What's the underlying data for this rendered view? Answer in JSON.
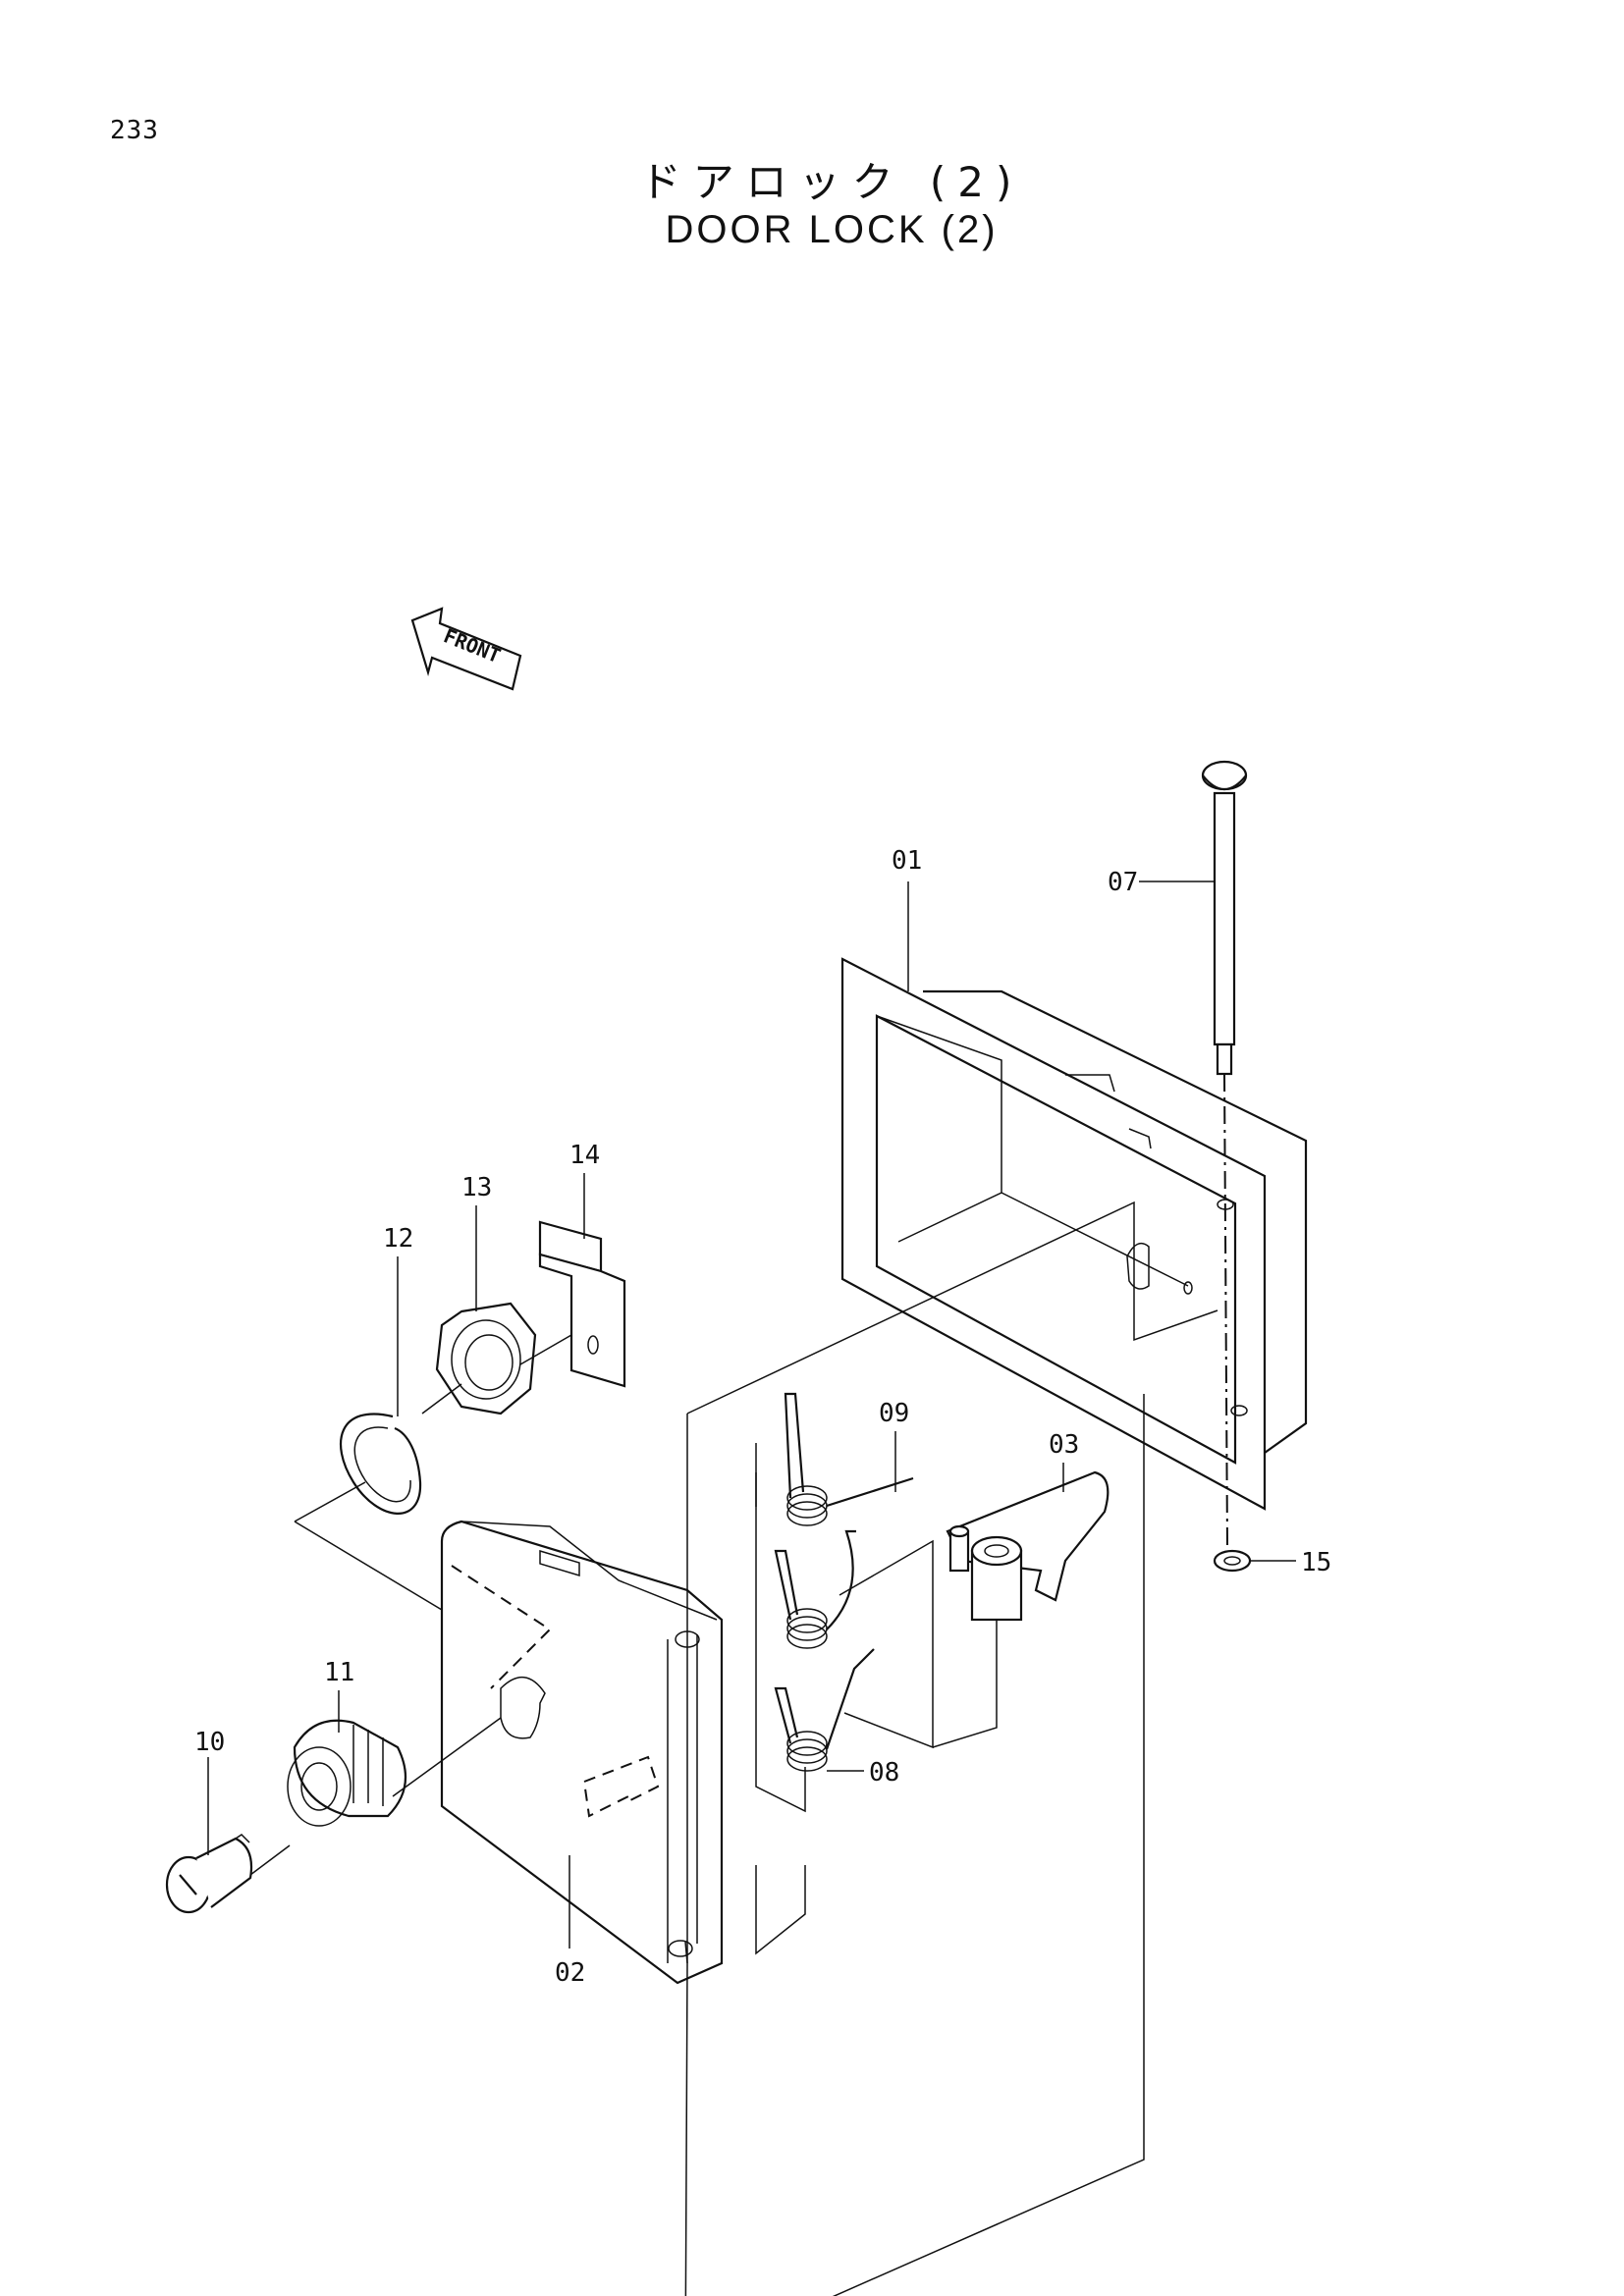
{
  "page_number": "233",
  "title_jp": "ドアロック (2)",
  "title_en": "DOOR LOCK (2)",
  "front_label": "FRONT",
  "callouts": {
    "c01": "01",
    "c02": "02",
    "c03": "03",
    "c07": "07",
    "c08": "08",
    "c09": "09",
    "c10": "10",
    "c11": "11",
    "c12": "12",
    "c13": "13",
    "c14": "14",
    "c15": "15"
  }
}
